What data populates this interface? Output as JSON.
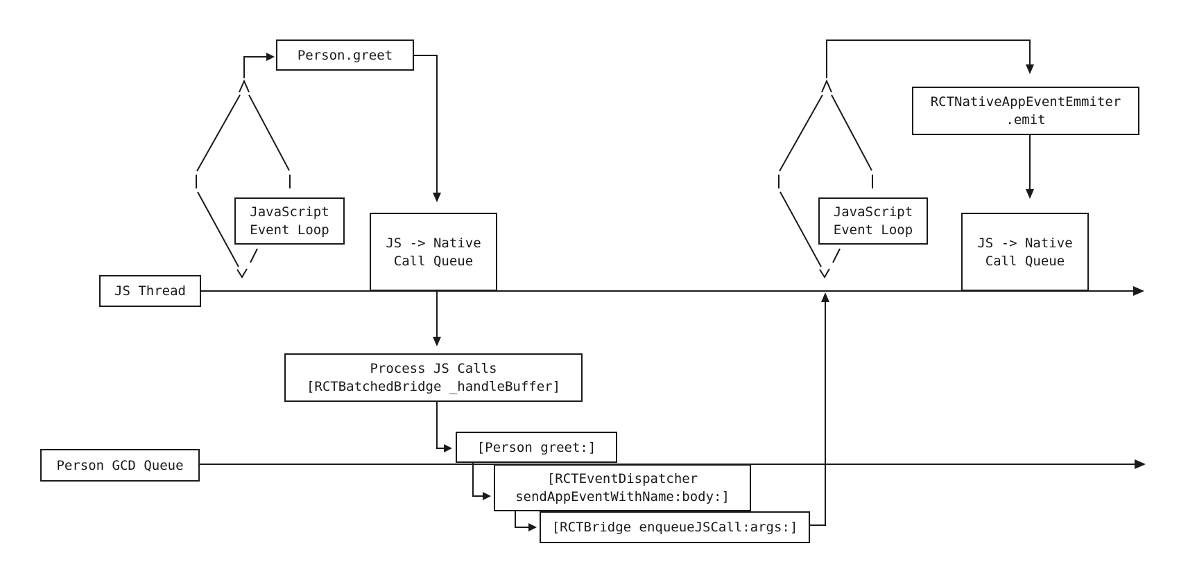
{
  "diagram": {
    "background": "#ffffff",
    "line_color": "#1a1a1a",
    "text_color": "#1a1a1a",
    "nodes": {
      "person_greet": {
        "label": "Person.greet"
      },
      "js_event_loop_left": {
        "line1": "JavaScript",
        "line2": "Event Loop"
      },
      "js_native_call_queue_left": {
        "line1": "JS -> Native",
        "line2": "Call Queue"
      },
      "js_thread": {
        "label": "JS Thread"
      },
      "process_js_calls": {
        "line1": "Process JS Calls",
        "line2": "[RCTBatchedBridge _handleBuffer]"
      },
      "person_gcd_queue": {
        "label": "Person GCD Queue"
      },
      "person_greet_call": {
        "label": "[Person greet:]"
      },
      "rct_event_dispatcher": {
        "line1": "[RCTEventDispatcher",
        "line2": "sendAppEventWithName:body:]"
      },
      "rct_bridge": {
        "label": "[RCTBridge enqueueJSCall:args:]"
      },
      "rct_native_app_event_emmiter": {
        "line1": "RCTNativeAppEventEmmiter",
        "line2": ".emit"
      },
      "js_event_loop_right": {
        "line1": "JavaScript",
        "line2": "Event Loop"
      },
      "js_native_call_queue_right": {
        "line1": "JS -> Native",
        "line2": "Call Queue"
      }
    }
  }
}
